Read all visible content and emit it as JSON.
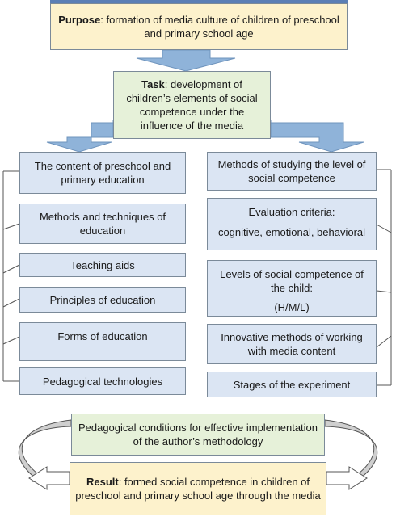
{
  "purpose": {
    "label": "Purpose",
    "text": ": formation of media culture of children of preschool and primary school age"
  },
  "task": {
    "label": "Task",
    "text": ": development of children’s elements of social competence under the influence of the media"
  },
  "left_items": [
    "The content of preschool and primary education",
    "Methods and techniques of education",
    "Teaching aids",
    "Principles of education",
    "Forms of education",
    "Pedagogical technologies"
  ],
  "right_items": {
    "methods_studying": "Methods of studying the level of social competence",
    "criteria_title": "Evaluation criteria:",
    "criteria_values": "cognitive, emotional, behavioral",
    "levels_title": "Levels of social competence of the child:",
    "levels_values": "(H/M/L)",
    "innovative": "Innovative methods of working with media content",
    "stages": "Stages of the experiment"
  },
  "conditions": "Pedagogical conditions for effective implementation of the author’s methodology",
  "result": {
    "label": "Result",
    "text": ": formed social competence in children of preschool and primary school age through the media"
  },
  "colors": {
    "yellow": "#fdf2cc",
    "green": "#e6f1d9",
    "blue": "#dbe5f3",
    "arrow": "#8fb3d9",
    "border": "#7b8a99"
  }
}
